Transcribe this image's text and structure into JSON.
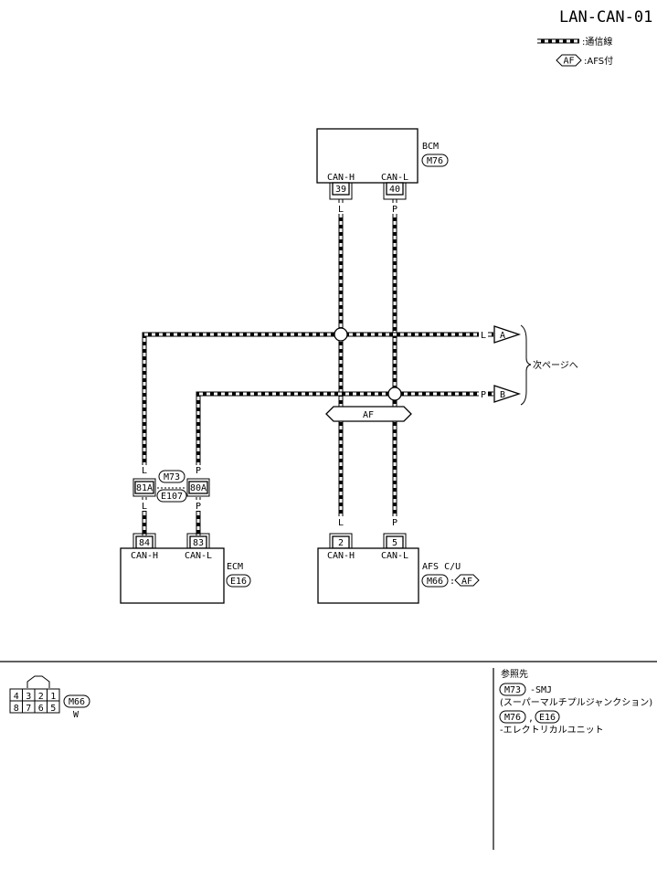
{
  "page_title": "LAN-CAN-01",
  "legend": {
    "comm_line": ":通信線",
    "afs_tag": "AF",
    "afs_text": ":AFS付"
  },
  "bcm": {
    "name": "BCM",
    "connector": "M76",
    "pin_h_label": "CAN-H",
    "pin_l_label": "CAN-L",
    "pin_h": "39",
    "pin_l": "40",
    "wire_h": "L",
    "wire_l": "P"
  },
  "ecm": {
    "name": "ECM",
    "connector": "E16",
    "pin_h_label": "CAN-H",
    "pin_l_label": "CAN-L",
    "pin_h": "84",
    "pin_l": "83"
  },
  "afs": {
    "name": "AFS C/U",
    "connector": "M66",
    "colon": ":",
    "tag": "AF",
    "pin_h_label": "CAN-H",
    "pin_l_label": "CAN-L",
    "pin_h": "2",
    "pin_l": "5"
  },
  "joint": {
    "conn_top": "M73",
    "conn_bottom": "E107",
    "pin_h": "81A",
    "pin_l": "80A"
  },
  "wire_labels": {
    "l": "L",
    "p": "P"
  },
  "afs_bar": "AF",
  "next_page": {
    "arrow_a": "A",
    "arrow_b": "B",
    "text": "次ページへ"
  },
  "connector_view": {
    "pins_top": [
      "4",
      "3",
      "2",
      "1"
    ],
    "pins_bottom": [
      "8",
      "7",
      "6",
      "5"
    ],
    "connector": "M66",
    "color": "W"
  },
  "reference": {
    "heading": "参照先",
    "m73": "M73",
    "m73_text": "-SMJ",
    "m73_desc": "(スーパーマルチプルジャンクション)",
    "m76": "M76",
    "sep": ",",
    "e16": "E16",
    "elec_desc": "-エレクトリカルユニット"
  }
}
